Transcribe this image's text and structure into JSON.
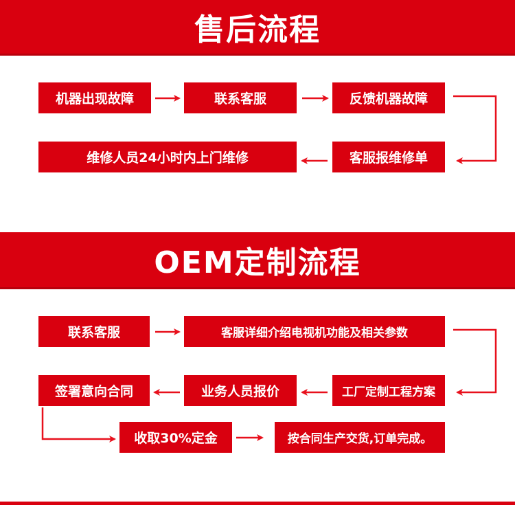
{
  "after_sales": {
    "title": "售后流程",
    "steps": [
      "机器出现故障",
      "联系客服",
      "反馈机器故障",
      "客服报维修单",
      "维修人员24小时内上门维修"
    ]
  },
  "oem": {
    "title": "OEM定制流程",
    "steps": [
      "联系客服",
      "客服详细介绍电视机功能及相关参数",
      "工厂定制工程方案",
      "业务人员报价",
      "签署意向合同",
      "收取30%定金",
      "按合同生产交货,订单完成。"
    ]
  },
  "colors": {
    "brand_red": "#d9000f",
    "arrow_red": "#e8101c",
    "background": "#ffffff"
  }
}
